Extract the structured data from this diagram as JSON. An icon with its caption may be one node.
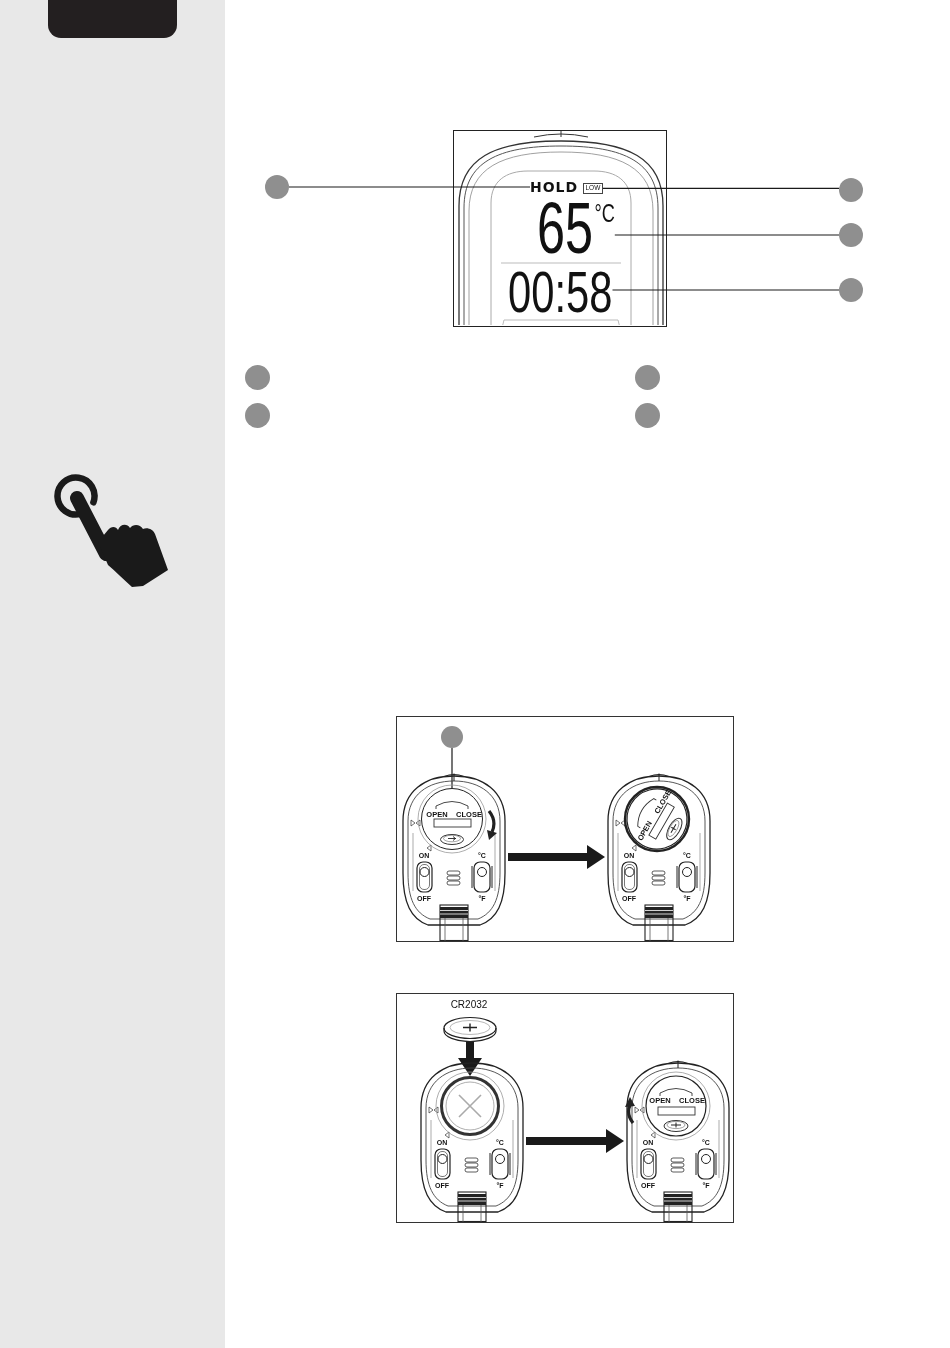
{
  "diagram": {
    "nodes": [
      {
        "text": [],
        "shape": "box"
      },
      {
        "text": [],
        "shape": "circle"
      },
      {
        "text": [
          "HOLD"
        ]
      },
      {
        "text": [
          "LOW"
        ]
      },
      {
        "text": [],
        "shape": "circle"
      },
      {
        "text": [
          "65$^{°C}$"
        ]
      },
      {
        "text": [],
        "shape": "circle"
      },
      {
        "text": [
          "00:58"
        ]
      },
      {
        "text": [],
        "shape": "circle"
      },
      {
        "text": [],
        "shape": "circle"
      },
      {
        "text": [],
        "shape": "circle"
      },
      {
        "text": [],
        "shape": "circle"
      },
      {
        "text": [],
        "shape": "circle"
      },
      {
        "text": [],
        "shape": "circle"
      },
      {
        "text": [
          "ON",
          "OFF",
          "°C",
          "°F"
        ]
      },
      {
        "text": [
          "OPEN",
          "CLOSE"
        ],
        "in": 14
      },
      {
        "text": [
          "CLOSE",
          "OPEN",
          "ON",
          "OFF",
          "°C",
          "°F"
        ]
      },
      {
        "text": [],
        "shape": "picture",
        "beside": [
          "CR2032"
        ]
      },
      {
        "text": [
          "ON",
          "OFF",
          "°C",
          "°F"
        ]
      },
      {
        "text": [],
        "shape": "circle",
        "in": 18
      },
      {
        "text": [
          "OPEN",
          "CLOSE",
          "ON",
          "OFF",
          "°C",
          "°F"
        ]
      }
    ],
    "edges": [
      {
        "from": 1,
        "to": 2,
        "arrow": "none"
      },
      {
        "from": 4,
        "to": 3,
        "arrow": "none"
      },
      {
        "from": 6,
        "to": 5,
        "arrow": "none"
      },
      {
        "from": 8,
        "to": 7,
        "arrow": "none"
      },
      {
        "from": 13,
        "to": 15,
        "arrow": "none"
      },
      {
        "from": 14,
        "to": 16,
        "arrow": "to",
        "style": "thick"
      },
      {
        "from": 17,
        "to": 19,
        "arrow": "to",
        "style": "thick"
      },
      {
        "from": 18,
        "to": 20,
        "arrow": "to",
        "style": "thick"
      }
    ]
  }
}
